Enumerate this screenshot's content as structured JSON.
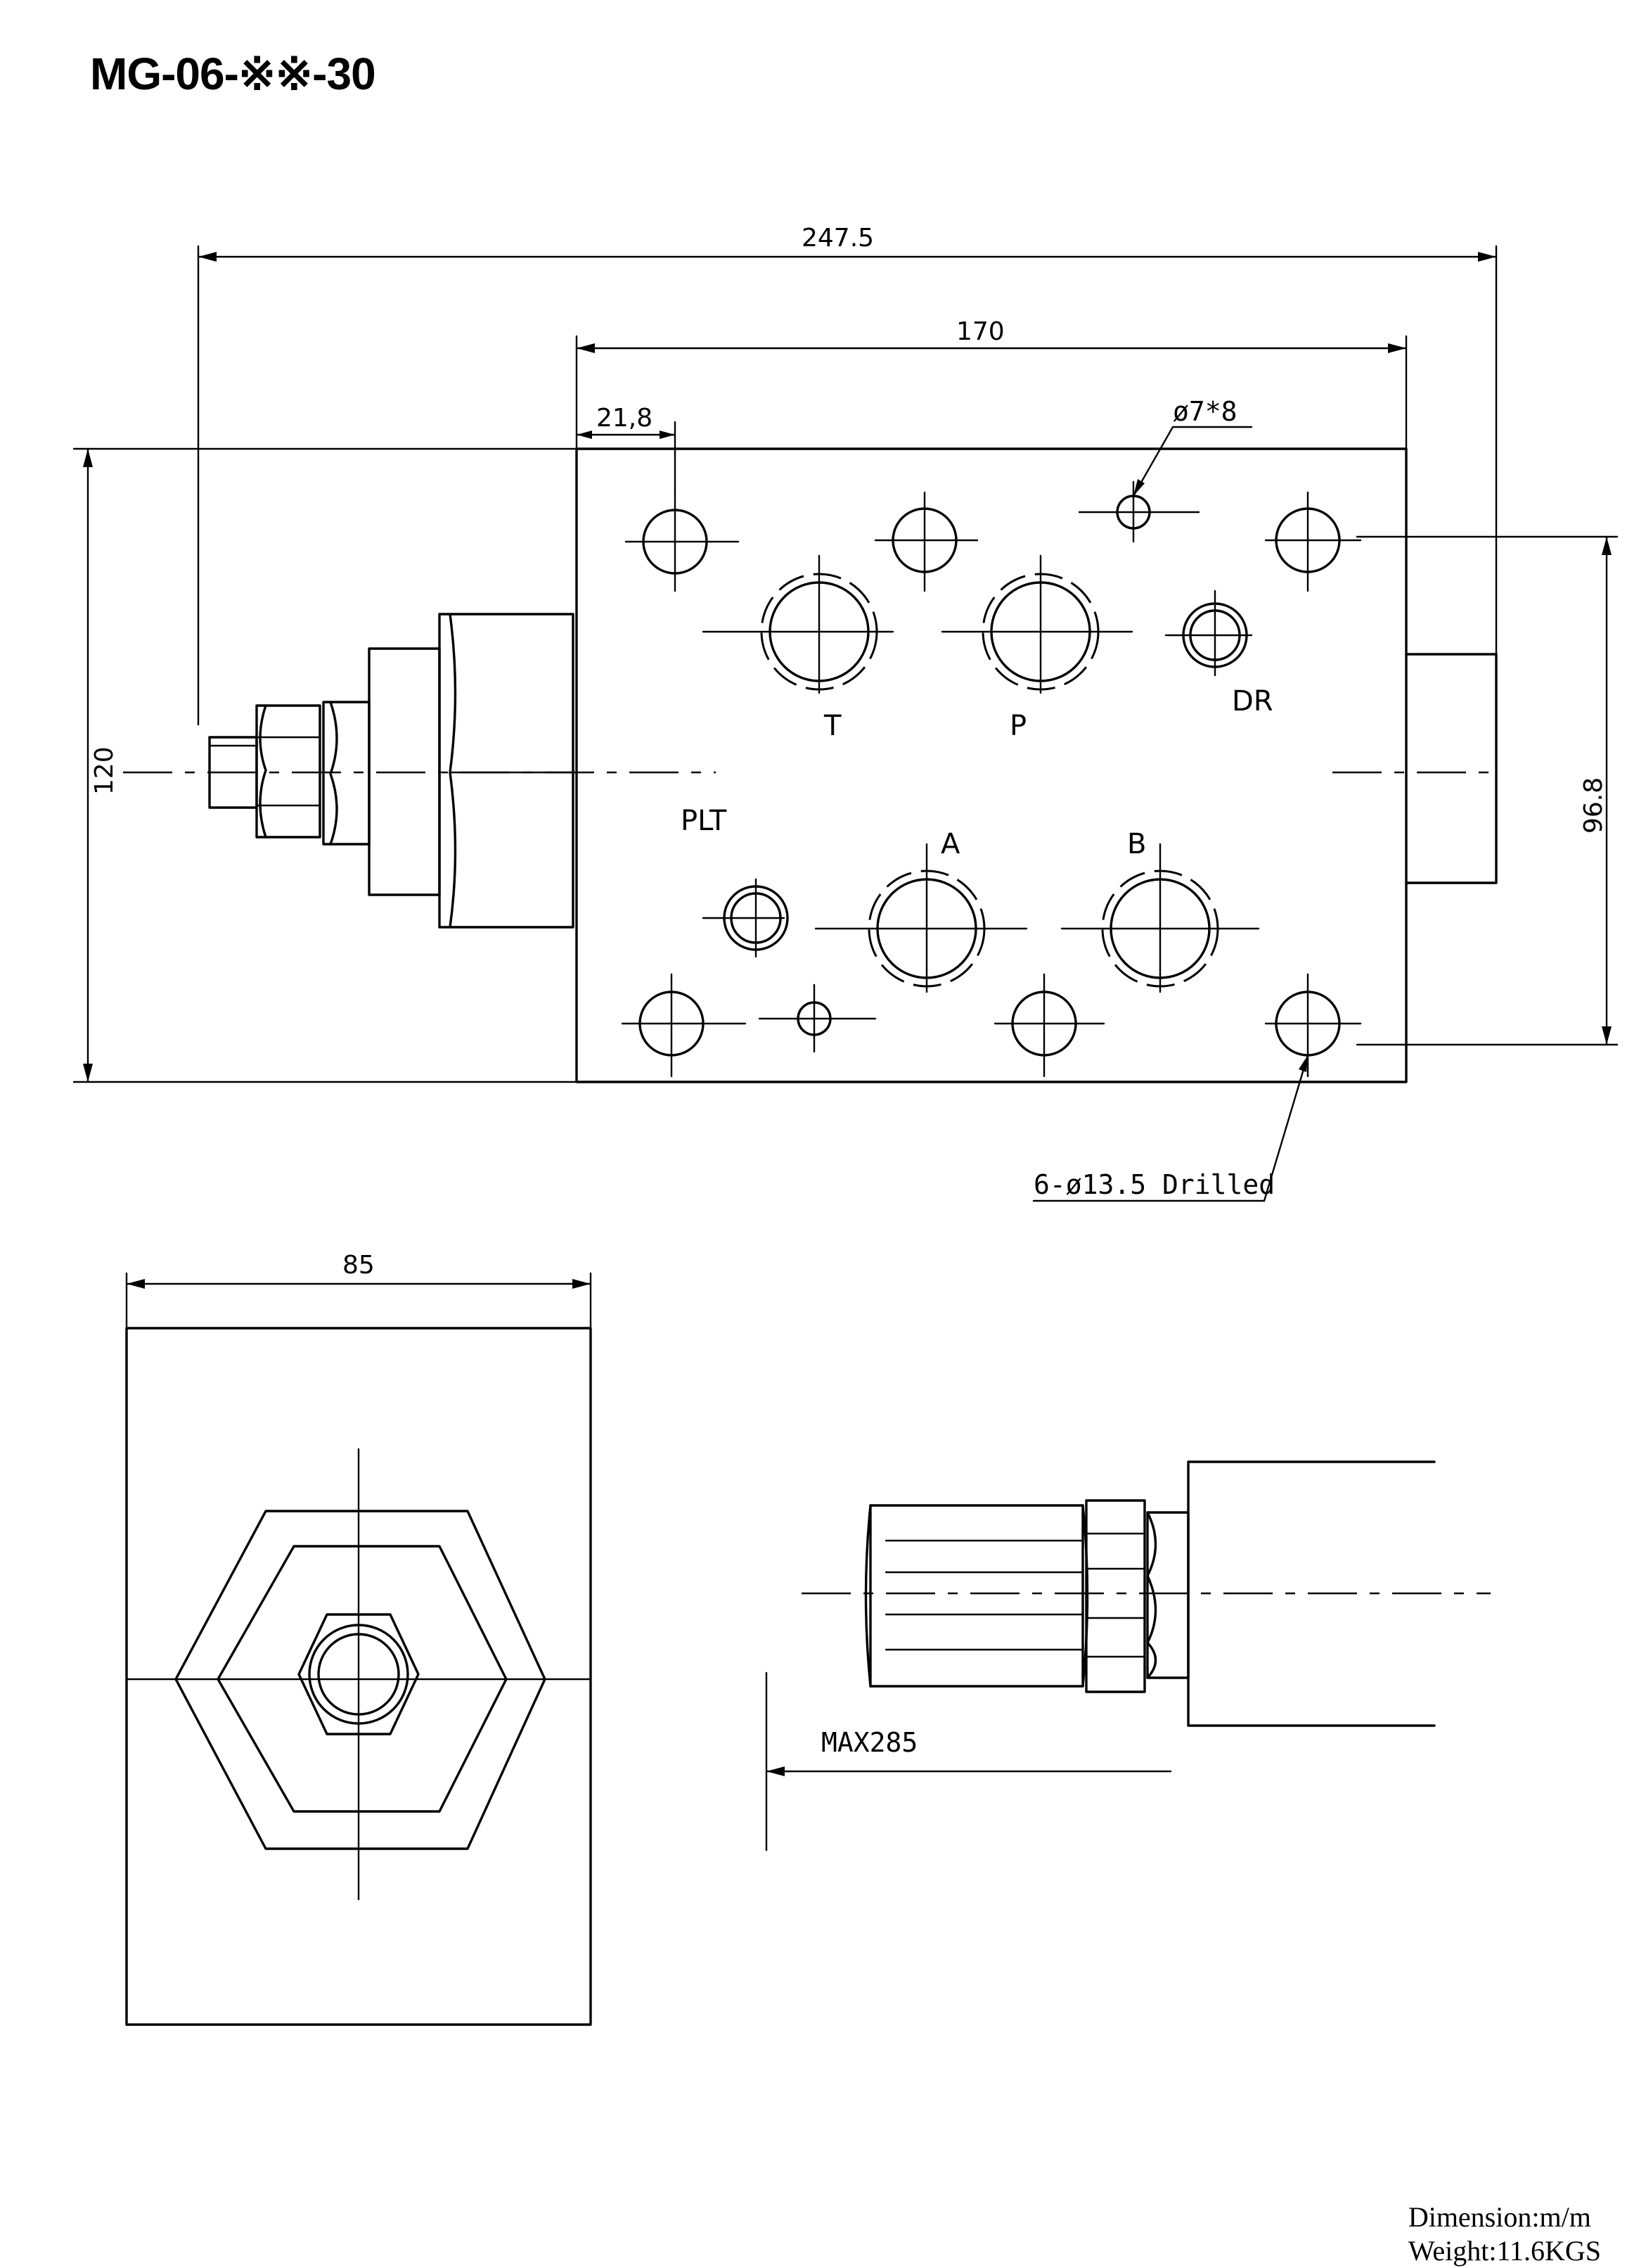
{
  "title": "MG-06-※※-30",
  "dimensions": {
    "overall_length": "247.5",
    "body_length": "170",
    "edge_offset": "21,8",
    "small_hole": "ø7*8",
    "height": "120",
    "bolt_spacing": "96.8",
    "drilled_holes": "6-ø13.5 Drilled",
    "width": "85",
    "max_length": "MAX285"
  },
  "ports": {
    "t": "T",
    "p": "P",
    "dr": "DR",
    "plt": "PLT",
    "a": "A",
    "b": "B"
  },
  "notes": {
    "dimension": "Dimension:m/m",
    "weight": "Weight:11.6KGS"
  }
}
